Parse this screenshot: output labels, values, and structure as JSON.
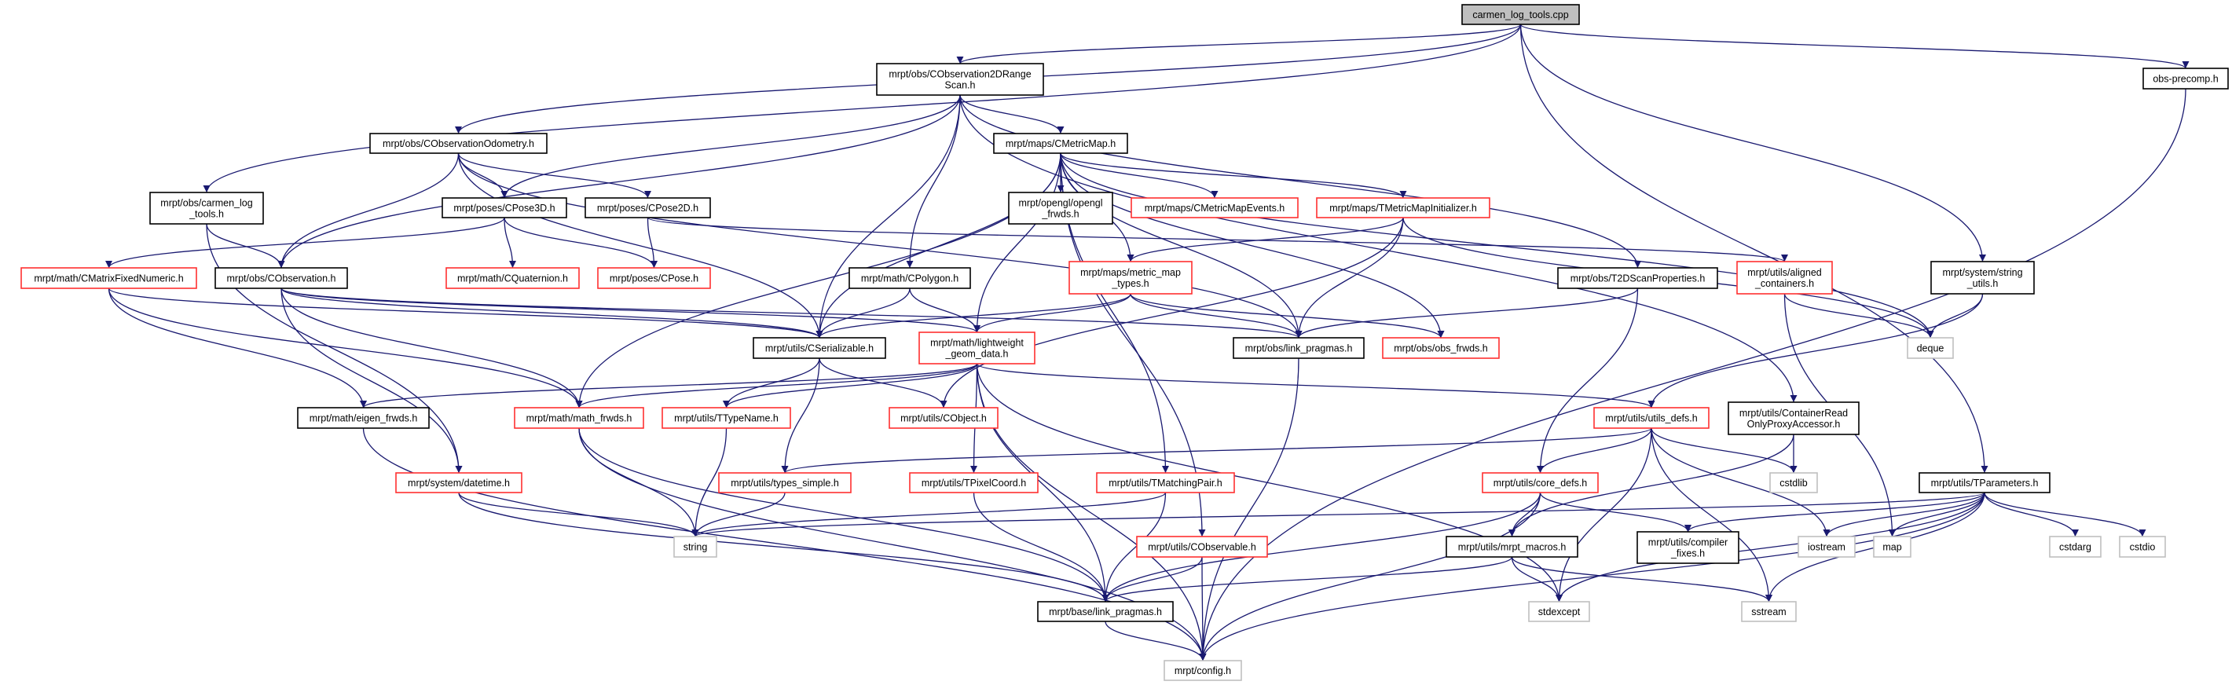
{
  "title": "carmen_log_tools.cpp",
  "colors": {
    "edge": "#191970",
    "root_fill": "#bfbfbf",
    "truncated_border": "#ff3030",
    "system_border": "#bfbfbf",
    "normal_border": "#000000"
  },
  "nodes": [
    {
      "id": "cpp",
      "kind": "root",
      "lines": [
        "carmen_log_tools.cpp"
      ]
    },
    {
      "id": "range2d",
      "kind": "normal",
      "lines": [
        "mrpt/obs/CObservation2DRange",
        "Scan.h"
      ]
    },
    {
      "id": "obsprecomp",
      "kind": "normal",
      "lines": [
        "obs-precomp.h"
      ]
    },
    {
      "id": "odometry",
      "kind": "normal",
      "lines": [
        "mrpt/obs/CObservationOdometry.h"
      ]
    },
    {
      "id": "cmetricmap",
      "kind": "normal",
      "lines": [
        "mrpt/maps/CMetricMap.h"
      ]
    },
    {
      "id": "carmenh",
      "kind": "normal",
      "lines": [
        "mrpt/obs/carmen_log",
        "_tools.h"
      ]
    },
    {
      "id": "cpose3d",
      "kind": "normal",
      "lines": [
        "mrpt/poses/CPose3D.h"
      ]
    },
    {
      "id": "cpose2d",
      "kind": "normal",
      "lines": [
        "mrpt/poses/CPose2D.h"
      ]
    },
    {
      "id": "openglfrwds",
      "kind": "normal",
      "lines": [
        "mrpt/opengl/opengl",
        "_frwds.h"
      ]
    },
    {
      "id": "mapevents",
      "kind": "truncated",
      "lines": [
        "mrpt/maps/CMetricMapEvents.h"
      ]
    },
    {
      "id": "mapinit",
      "kind": "truncated",
      "lines": [
        "mrpt/maps/TMetricMapInitializer.h"
      ]
    },
    {
      "id": "matrixfixed",
      "kind": "truncated",
      "lines": [
        "mrpt/math/CMatrixFixedNumeric.h"
      ]
    },
    {
      "id": "cobservation",
      "kind": "normal",
      "lines": [
        "mrpt/obs/CObservation.h"
      ]
    },
    {
      "id": "quaternion",
      "kind": "truncated",
      "lines": [
        "mrpt/math/CQuaternion.h"
      ]
    },
    {
      "id": "cpose",
      "kind": "truncated",
      "lines": [
        "mrpt/poses/CPose.h"
      ]
    },
    {
      "id": "cpolygon",
      "kind": "normal",
      "lines": [
        "mrpt/math/CPolygon.h"
      ]
    },
    {
      "id": "maptypes",
      "kind": "truncated",
      "lines": [
        "mrpt/maps/metric_map",
        "_types.h"
      ]
    },
    {
      "id": "t2dscan",
      "kind": "normal",
      "lines": [
        "mrpt/obs/T2DScanProperties.h"
      ]
    },
    {
      "id": "aligned",
      "kind": "truncated",
      "lines": [
        "mrpt/utils/aligned",
        "_containers.h"
      ]
    },
    {
      "id": "stringutils",
      "kind": "normal",
      "lines": [
        "mrpt/system/string",
        "_utils.h"
      ]
    },
    {
      "id": "cserializable",
      "kind": "normal",
      "lines": [
        "mrpt/utils/CSerializable.h"
      ]
    },
    {
      "id": "lightweight",
      "kind": "truncated",
      "lines": [
        "mrpt/math/lightweight",
        "_geom_data.h"
      ]
    },
    {
      "id": "obslinkpragmas",
      "kind": "normal",
      "lines": [
        "mrpt/obs/link_pragmas.h"
      ]
    },
    {
      "id": "obsfrwds",
      "kind": "truncated",
      "lines": [
        "mrpt/obs/obs_frwds.h"
      ]
    },
    {
      "id": "deque",
      "kind": "system",
      "lines": [
        "deque"
      ]
    },
    {
      "id": "eigenfrwds",
      "kind": "normal",
      "lines": [
        "mrpt/math/eigen_frwds.h"
      ]
    },
    {
      "id": "mathfrwds",
      "kind": "truncated",
      "lines": [
        "mrpt/math/math_frwds.h"
      ]
    },
    {
      "id": "ttypename",
      "kind": "truncated",
      "lines": [
        "mrpt/utils/TTypeName.h"
      ]
    },
    {
      "id": "cobject",
      "kind": "truncated",
      "lines": [
        "mrpt/utils/CObject.h"
      ]
    },
    {
      "id": "utilsdefs",
      "kind": "truncated",
      "lines": [
        "mrpt/utils/utils_defs.h"
      ]
    },
    {
      "id": "containerro",
      "kind": "normal",
      "lines": [
        "mrpt/utils/ContainerRead",
        "OnlyProxyAccessor.h"
      ]
    },
    {
      "id": "cstdlib",
      "kind": "system",
      "lines": [
        "cstdlib"
      ]
    },
    {
      "id": "datetime",
      "kind": "truncated",
      "lines": [
        "mrpt/system/datetime.h"
      ]
    },
    {
      "id": "typessimple",
      "kind": "truncated",
      "lines": [
        "mrpt/utils/types_simple.h"
      ]
    },
    {
      "id": "tpixelcoord",
      "kind": "truncated",
      "lines": [
        "mrpt/utils/TPixelCoord.h"
      ]
    },
    {
      "id": "tmatchingpair",
      "kind": "truncated",
      "lines": [
        "mrpt/utils/TMatchingPair.h"
      ]
    },
    {
      "id": "coredefs",
      "kind": "truncated",
      "lines": [
        "mrpt/utils/core_defs.h"
      ]
    },
    {
      "id": "tparameters",
      "kind": "normal",
      "lines": [
        "mrpt/utils/TParameters.h"
      ]
    },
    {
      "id": "string",
      "kind": "system",
      "lines": [
        "string"
      ]
    },
    {
      "id": "cobservable",
      "kind": "truncated",
      "lines": [
        "mrpt/utils/CObservable.h"
      ]
    },
    {
      "id": "mrptmacros",
      "kind": "normal",
      "lines": [
        "mrpt/utils/mrpt_macros.h"
      ]
    },
    {
      "id": "compilerfixes",
      "kind": "normal",
      "lines": [
        "mrpt/utils/compiler",
        "_fixes.h"
      ]
    },
    {
      "id": "iostream",
      "kind": "system",
      "lines": [
        "iostream"
      ]
    },
    {
      "id": "map",
      "kind": "system",
      "lines": [
        "map"
      ]
    },
    {
      "id": "cstdarg",
      "kind": "system",
      "lines": [
        "cstdarg"
      ]
    },
    {
      "id": "cstdio",
      "kind": "system",
      "lines": [
        "cstdio"
      ]
    },
    {
      "id": "stdexcept",
      "kind": "system",
      "lines": [
        "stdexcept"
      ]
    },
    {
      "id": "sstream",
      "kind": "system",
      "lines": [
        "sstream"
      ]
    },
    {
      "id": "baselinkpragmas",
      "kind": "normal",
      "lines": [
        "mrpt/base/link_pragmas.h"
      ]
    },
    {
      "id": "config",
      "kind": "system",
      "lines": [
        "mrpt/config.h"
      ]
    }
  ],
  "edges": [
    [
      "cpp",
      "range2d"
    ],
    [
      "cpp",
      "obsprecomp"
    ],
    [
      "cpp",
      "odometry"
    ],
    [
      "cpp",
      "carmenh"
    ],
    [
      "cpp",
      "stringutils"
    ],
    [
      "cpp",
      "tparameters"
    ],
    [
      "range2d",
      "cobservation"
    ],
    [
      "range2d",
      "cpose3d"
    ],
    [
      "range2d",
      "cmetricmap"
    ],
    [
      "range2d",
      "cserializable"
    ],
    [
      "range2d",
      "cpolygon"
    ],
    [
      "range2d",
      "t2dscan"
    ],
    [
      "range2d",
      "containerro"
    ],
    [
      "odometry",
      "cpose3d"
    ],
    [
      "odometry",
      "cpose2d"
    ],
    [
      "odometry",
      "cobservation"
    ],
    [
      "odometry",
      "cserializable"
    ],
    [
      "odometry",
      "obslinkpragmas"
    ],
    [
      "carmenh",
      "cobservation"
    ],
    [
      "carmenh",
      "datetime"
    ],
    [
      "cpose3d",
      "matrixfixed"
    ],
    [
      "cpose3d",
      "quaternion"
    ],
    [
      "cpose3d",
      "cpose"
    ],
    [
      "cpose2d",
      "cpose"
    ],
    [
      "cpose2d",
      "aligned"
    ],
    [
      "cmetricmap",
      "openglfrwds"
    ],
    [
      "cmetricmap",
      "mapevents"
    ],
    [
      "cmetricmap",
      "mapinit"
    ],
    [
      "cmetricmap",
      "maptypes"
    ],
    [
      "cmetricmap",
      "cserializable"
    ],
    [
      "cmetricmap",
      "lightweight"
    ],
    [
      "cmetricmap",
      "mathfrwds"
    ],
    [
      "cmetricmap",
      "tmatchingpair"
    ],
    [
      "cmetricmap",
      "cobservable"
    ],
    [
      "cmetricmap",
      "obsfrwds"
    ],
    [
      "cmetricmap",
      "obslinkpragmas"
    ],
    [
      "cmetricmap",
      "deque"
    ],
    [
      "mapinit",
      "maptypes"
    ],
    [
      "mapinit",
      "obslinkpragmas"
    ],
    [
      "mapinit",
      "cobject"
    ],
    [
      "mapinit",
      "deque"
    ],
    [
      "matrixfixed",
      "eigenfrwds"
    ],
    [
      "matrixfixed",
      "mathfrwds"
    ],
    [
      "matrixfixed",
      "cserializable"
    ],
    [
      "cobservation",
      "cserializable"
    ],
    [
      "cobservation",
      "mathfrwds"
    ],
    [
      "cobservation",
      "datetime"
    ],
    [
      "cobservation",
      "obslinkpragmas"
    ],
    [
      "cobservation",
      "lightweight"
    ],
    [
      "cpolygon",
      "cserializable"
    ],
    [
      "cpolygon",
      "lightweight"
    ],
    [
      "maptypes",
      "cserializable"
    ],
    [
      "maptypes",
      "lightweight"
    ],
    [
      "maptypes",
      "obslinkpragmas"
    ],
    [
      "maptypes",
      "obsfrwds"
    ],
    [
      "t2dscan",
      "obslinkpragmas"
    ],
    [
      "t2dscan",
      "coredefs"
    ],
    [
      "aligned",
      "deque"
    ],
    [
      "aligned",
      "map"
    ],
    [
      "stringutils",
      "deque"
    ],
    [
      "stringutils",
      "utilsdefs"
    ],
    [
      "cserializable",
      "ttypename"
    ],
    [
      "cserializable",
      "cobject"
    ],
    [
      "cserializable",
      "typessimple"
    ],
    [
      "lightweight",
      "eigenfrwds"
    ],
    [
      "lightweight",
      "mathfrwds"
    ],
    [
      "lightweight",
      "ttypename"
    ],
    [
      "lightweight",
      "tpixelcoord"
    ],
    [
      "lightweight",
      "baselinkpragmas"
    ],
    [
      "lightweight",
      "config"
    ],
    [
      "lightweight",
      "stdexcept"
    ],
    [
      "lightweight",
      "utilsdefs"
    ],
    [
      "obslinkpragmas",
      "config"
    ],
    [
      "eigenfrwds",
      "config"
    ],
    [
      "mathfrwds",
      "string"
    ],
    [
      "mathfrwds",
      "baselinkpragmas"
    ],
    [
      "mathfrwds",
      "config"
    ],
    [
      "ttypename",
      "string"
    ],
    [
      "utilsdefs",
      "typessimple"
    ],
    [
      "utilsdefs",
      "coredefs"
    ],
    [
      "utilsdefs",
      "cstdlib"
    ],
    [
      "utilsdefs",
      "iostream"
    ],
    [
      "utilsdefs",
      "sstream"
    ],
    [
      "utilsdefs",
      "stdexcept"
    ],
    [
      "containerro",
      "cstdlib"
    ],
    [
      "containerro",
      "mrptmacros"
    ],
    [
      "datetime",
      "string"
    ],
    [
      "datetime",
      "baselinkpragmas"
    ],
    [
      "typessimple",
      "string"
    ],
    [
      "tpixelcoord",
      "baselinkpragmas"
    ],
    [
      "tmatchingpair",
      "string"
    ],
    [
      "tmatchingpair",
      "baselinkpragmas"
    ],
    [
      "coredefs",
      "mrptmacros"
    ],
    [
      "coredefs",
      "compilerfixes"
    ],
    [
      "coredefs",
      "baselinkpragmas"
    ],
    [
      "coredefs",
      "config"
    ],
    [
      "tparameters",
      "string"
    ],
    [
      "tparameters",
      "compilerfixes"
    ],
    [
      "tparameters",
      "iostream"
    ],
    [
      "tparameters",
      "map"
    ],
    [
      "tparameters",
      "cstdarg"
    ],
    [
      "tparameters",
      "cstdio"
    ],
    [
      "tparameters",
      "stdexcept"
    ],
    [
      "tparameters",
      "sstream"
    ],
    [
      "tparameters",
      "config"
    ],
    [
      "cobservable",
      "baselinkpragmas"
    ],
    [
      "cobservable",
      "config"
    ],
    [
      "mrptmacros",
      "baselinkpragmas"
    ],
    [
      "mrptmacros",
      "stdexcept"
    ],
    [
      "mrptmacros",
      "sstream"
    ],
    [
      "baselinkpragmas",
      "config"
    ],
    [
      "obsprecomp",
      "config"
    ]
  ]
}
